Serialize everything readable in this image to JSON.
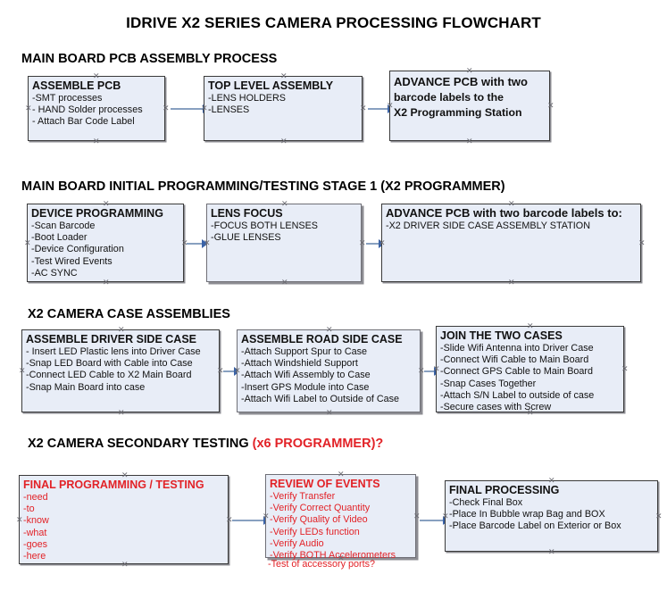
{
  "document": {
    "title": "IDRIVE X2  SERIES CAMERA PROCESSING FLOWCHART"
  },
  "colors": {
    "box_fill": "#e8edf7",
    "box_border": "#3a3a3a",
    "connector": "#88a0c0",
    "arrow": "#3a63a8",
    "accent_red": "#e22227",
    "text": "#111111"
  },
  "sections": [
    {
      "id": "main-board-pcb-assembly",
      "heading": "MAIN BOARD PCB ASSEMBLY PROCESS",
      "heading_accent": "",
      "boxes": [
        {
          "id": "assemble-pcb",
          "header": "ASSEMBLE PCB",
          "lines": [
            "-SMT processes",
            "- HAND Solder processes",
            "- Attach Bar Code Label"
          ]
        },
        {
          "id": "top-level-assembly",
          "header": "TOP LEVEL ASSEMBLY",
          "lines": [
            "-LENS HOLDERS",
            "-LENSES"
          ]
        },
        {
          "id": "advance-pcb-x2-programming-station",
          "header": "ADVANCE PCB with two",
          "lines": [
            "barcode labels to the",
            " X2 Programming Station"
          ]
        }
      ]
    },
    {
      "id": "main-board-initial-programming",
      "heading": "MAIN BOARD INITIAL PROGRAMMING/TESTING STAGE 1 (X2 PROGRAMMER)",
      "heading_accent": "",
      "boxes": [
        {
          "id": "device-programming",
          "header": "DEVICE PROGRAMMING",
          "lines": [
            "-Scan Barcode",
            "-Boot Loader",
            "-Device Configuration",
            "-Test Wired Events",
            "-AC SYNC"
          ]
        },
        {
          "id": "lens-focus",
          "header": "LENS FOCUS",
          "lines": [
            "-FOCUS BOTH LENSES",
            "-GLUE LENSES"
          ]
        },
        {
          "id": "advance-pcb-driver-side-case",
          "header": "ADVANCE PCB with two barcode labels to:",
          "lines": [
            "-X2 DRIVER  SIDE  CASE  ASSEMBLY STATION"
          ]
        }
      ]
    },
    {
      "id": "x2-camera-case-assemblies",
      "heading": "X2 CAMERA CASE ASSEMBLIES",
      "heading_accent": "",
      "boxes": [
        {
          "id": "assemble-driver-side-case",
          "header": "ASSEMBLE DRIVER SIDE CASE",
          "lines": [
            " - Insert LED Plastic lens into Driver Case",
            "-Snap LED Board with Cable into Case",
            "-Connect LED Cable to X2 Main Board",
            "-Snap Main Board into case"
          ]
        },
        {
          "id": "assemble-road-side-case",
          "header": "ASSEMBLE ROAD SIDE CASE",
          "lines": [
            "-Attach Support Spur to Case",
            "-Attach Windshield Support",
            "-Attach Wifi Assembly to Case",
            "-Insert GPS Module into Case",
            "-Attach Wifi Label to Outside of Case"
          ]
        },
        {
          "id": "join-the-two-cases",
          "header": "JOIN THE TWO CASES",
          "lines": [
            "-Slide Wifi Antenna into Driver Case",
            "-Connect Wifi Cable to Main Board",
            "-Connect GPS Cable to Main Board",
            "-Snap Cases Together",
            "-Attach S/N Label to outside of case",
            "-Secure cases with Screw"
          ]
        }
      ]
    },
    {
      "id": "x2-camera-secondary-testing",
      "heading": "X2 CAMERA SECONDARY TESTING ",
      "heading_accent": "(x6 PROGRAMMER)?",
      "boxes": [
        {
          "id": "final-programming-testing",
          "header": "FINAL PROGRAMMING / TESTING",
          "lines": [
            "-need",
            "-to",
            "-know",
            "-what",
            "-goes",
            "-here"
          ]
        },
        {
          "id": "review-of-events",
          "header": "REVIEW OF EVENTS",
          "lines": [
            "-Verify Transfer",
            "-Verify Correct Quantity",
            "-Verify Quality of Video",
            "-Verify LEDs function",
            "-Verify Audio",
            "-Verify BOTH Accelerometers"
          ],
          "overflow_line": "-Test of accessory ports?"
        },
        {
          "id": "final-processing",
          "header": "FINAL PROCESSING",
          "lines": [
            " -Check Final Box",
            "-Place In Bubble wrap Bag and BOX",
            "-Place Barcode Label on Exterior or Box"
          ]
        }
      ]
    }
  ]
}
